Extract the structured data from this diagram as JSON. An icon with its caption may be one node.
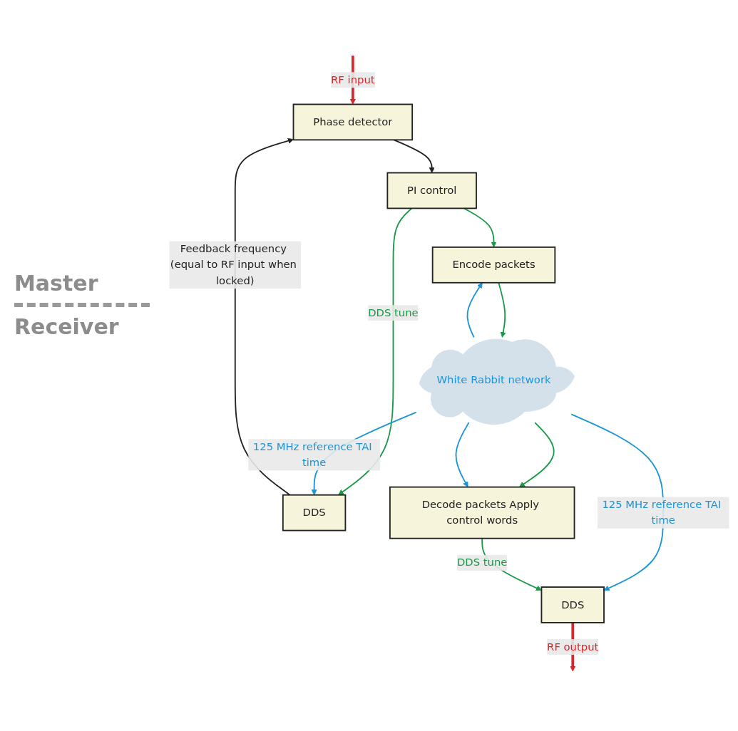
{
  "diagram": {
    "nodes": [
      {
        "text": [
          "Phase detector"
        ]
      },
      {
        "text": [
          "PI control"
        ]
      },
      {
        "text": [
          "DDS"
        ]
      },
      {
        "text": [
          "Encode packets"
        ]
      },
      {
        "text": [
          "White Rabbit network"
        ]
      },
      {
        "text": [
          "Decode packets Apply control words"
        ]
      },
      {
        "text": [
          "DDS"
        ]
      }
    ],
    "edges": [
      {
        "from": null,
        "to": 0,
        "arrow": "to",
        "label": "RF input",
        "color": "#d9262a",
        "style": "thick"
      },
      {
        "from": 0,
        "to": 1,
        "arrow": "to",
        "color": "#222222"
      },
      {
        "from": 1,
        "to": 2,
        "arrow": "to",
        "label": "DDS tune",
        "color": "#1a9a48"
      },
      {
        "from": 1,
        "to": 3,
        "arrow": "to",
        "color": "#1a9a48"
      },
      {
        "from": 2,
        "to": 0,
        "arrow": "to",
        "label": "Feedback frequency (equal to RF input when locked)",
        "color": "#222222"
      },
      {
        "from": 3,
        "to": 4,
        "arrow": "to",
        "color": "#1a9a48"
      },
      {
        "from": 4,
        "to": 2,
        "arrow": "to",
        "label": "125 MHz reference TAI time",
        "color": "#1b95d8"
      },
      {
        "from": 4,
        "to": 3,
        "arrow": "to",
        "color": "#1b95d8"
      },
      {
        "from": 4,
        "to": 5,
        "arrow": "to",
        "color": "#1a9a48"
      },
      {
        "from": 4,
        "to": 6,
        "arrow": "to",
        "label": "125 MHz reference TAI time",
        "color": "#1b95d8"
      },
      {
        "from": 4,
        "to": 5,
        "arrow": "to",
        "color": "#1b95d8"
      },
      {
        "from": 5,
        "to": 6,
        "arrow": "to",
        "label": "DDS tune",
        "color": "#1a9a48"
      },
      {
        "from": 6,
        "to": null,
        "arrow": "to",
        "label": "RF output",
        "color": "#d9262a",
        "style": "thick"
      }
    ],
    "labels": [
      "Master",
      "Receiver"
    ]
  }
}
